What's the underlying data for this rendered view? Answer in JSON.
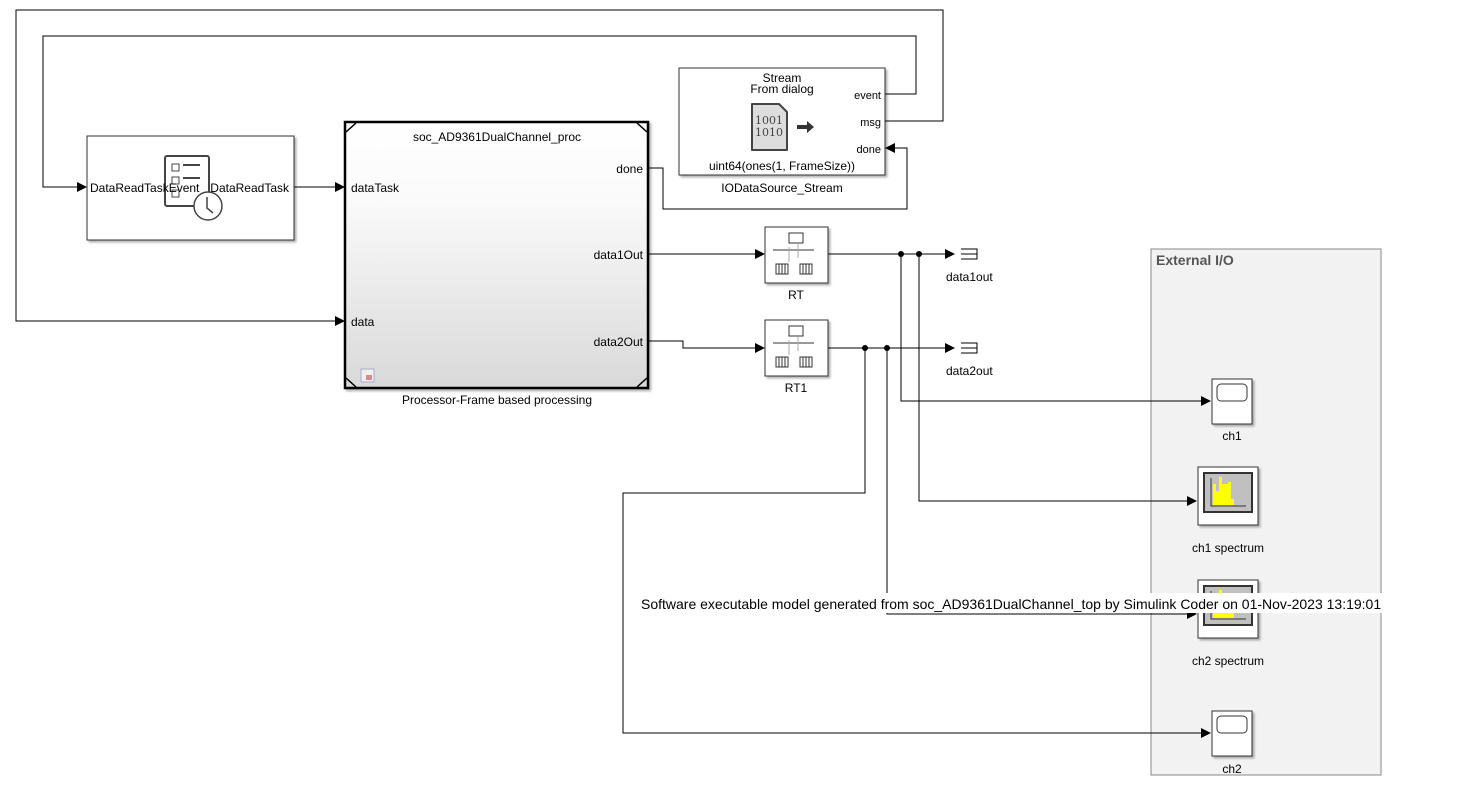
{
  "diagram": {
    "task_block": {
      "input_label": "DataReadTaskEvent",
      "output_label": "DataReadTask",
      "icon": "task-clock-icon"
    },
    "proc_block": {
      "title": "soc_AD9361DualChannel_proc",
      "caption": "Processor-Frame based processing",
      "inputs": [
        "dataTask",
        "data"
      ],
      "outputs": [
        "done",
        "data1Out",
        "data2Out"
      ]
    },
    "stream_block": {
      "line1": "Stream",
      "line2": "From dialog",
      "icon_text1": "1001",
      "icon_text2": "1010",
      "value": "uint64(ones(1, FrameSize))",
      "caption": "IODataSource_Stream",
      "ports": [
        "event",
        "msg",
        "done"
      ]
    },
    "rate_transitions": [
      {
        "label": "RT"
      },
      {
        "label": "RT1"
      }
    ],
    "terminators": [
      {
        "label": "data1out"
      },
      {
        "label": "data2out"
      }
    ],
    "external_io": {
      "title": "External I/O",
      "blocks": [
        {
          "label": "ch1",
          "type": "scope"
        },
        {
          "label": "ch1 spectrum",
          "type": "spectrum"
        },
        {
          "label": "ch2 spectrum",
          "type": "spectrum"
        },
        {
          "label": "ch2",
          "type": "scope"
        }
      ]
    },
    "annotation": "Software executable model generated from soc_AD9361DualChannel_top by Simulink Coder on 01-Nov-2023 13:19:01",
    "colors": {
      "area_fill": "#f2f2f2",
      "spectrum_bars": "#ffff00"
    }
  }
}
